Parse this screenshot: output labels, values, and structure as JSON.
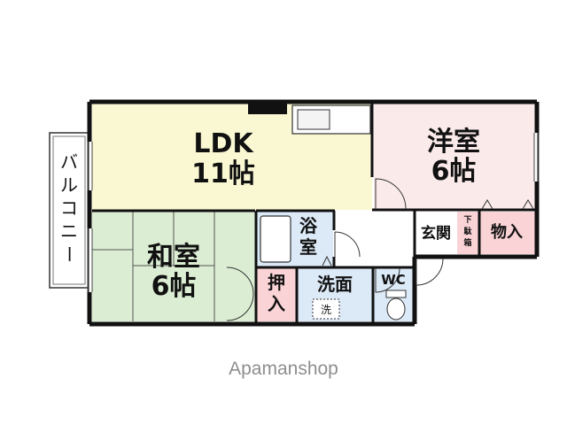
{
  "rooms": {
    "ldk": {
      "name": "LDK",
      "size": "11帖",
      "color": "#f9f8d3"
    },
    "western": {
      "name": "洋室",
      "size": "6帖",
      "color": "#fbeaea"
    },
    "japanese": {
      "name": "和室",
      "size": "6帖",
      "color": "#dbedd3"
    },
    "bath": {
      "line1": "浴",
      "line2": "室",
      "color": "#dce9f7"
    },
    "oshiire": {
      "line1": "押",
      "line2": "入",
      "color": "#f9d3d6"
    },
    "washroom": {
      "name": "洗面",
      "machine": "洗",
      "color": "#dce9f7"
    },
    "wc": {
      "name": "WC",
      "color": "#dce9f7"
    },
    "entrance": {
      "name": "玄関",
      "color": "#ffffff"
    },
    "shoebox": {
      "line1": "下",
      "line2": "駄",
      "line3": "箱",
      "color": "#f9d3d6"
    },
    "storage": {
      "name": "物入",
      "color": "#f9d3d6"
    }
  },
  "balcony": {
    "chars": [
      "バ",
      "ル",
      "コ",
      "ニ",
      "ー"
    ]
  },
  "watermark": "Apamanshop"
}
